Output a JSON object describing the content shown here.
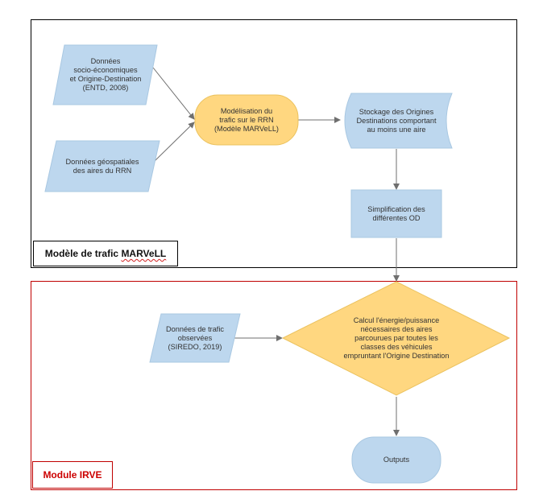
{
  "containers": {
    "marvell_title_prefix": "Modèle de trafic ",
    "marvell_title_name": "MARVeLL",
    "irve_title": "Module IRVE"
  },
  "nodes": {
    "socio_data": "Données\nsocio-économiques\net Origine-Destination\n(ENTD, 2008)",
    "geo_data": "Données géospatiales\ndes aires du RRN",
    "modelisation": "Modélisation du\ntrafic sur le RRN\n(Modèle MARVeLL)",
    "stockage": "Stockage des Origines\nDestinations comportant\nau moins une aire",
    "simplification": "Simplification des\ndifférentes OD",
    "traffic_obs": "Données de trafic\nobservées\n(SIREDO, 2019)",
    "calcul": "Calcul l'énergie/puissance\nnécessaires des aires\nparcourues par toutes les\nclasses des véhicules\nempruntant l'Origine Destination",
    "outputs": "Outputs"
  },
  "colors": {
    "blue_fill": "#bdd7ee",
    "orange_fill": "#ffd780",
    "frame_black": "#000000",
    "frame_red": "#c00000",
    "arrow": "#7f7f7f"
  }
}
